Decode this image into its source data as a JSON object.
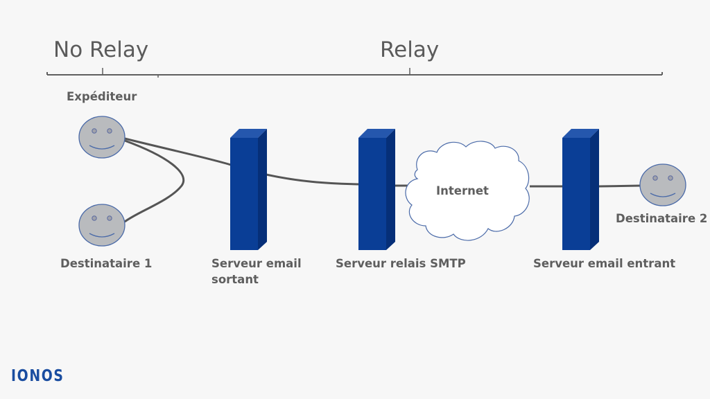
{
  "sections": {
    "no_relay": "No Relay",
    "relay": "Relay"
  },
  "nodes": {
    "sender": "Expéditeur",
    "recipient1": "Destinataire 1",
    "outgoing_server_line1": "Serveur email",
    "outgoing_server_line2": "sortant",
    "smtp_relay": "Serveur relais SMTP",
    "internet": "Internet",
    "incoming_server": "Serveur email entrant",
    "recipient2": "Destinataire 2"
  },
  "icons": {
    "person": "smiley-face-icon",
    "server": "server-tower-icon",
    "cloud": "cloud-icon"
  },
  "colors": {
    "server_blue": "#0a3e96",
    "server_side": "#062f78",
    "server_top": "#2557ad",
    "face_fill": "#b9bbbe",
    "face_stroke": "#4a6aa8",
    "line": "#555555",
    "text": "#5e5e5e",
    "logo": "#1a4da0"
  },
  "brand": {
    "logo": "IONOS"
  }
}
